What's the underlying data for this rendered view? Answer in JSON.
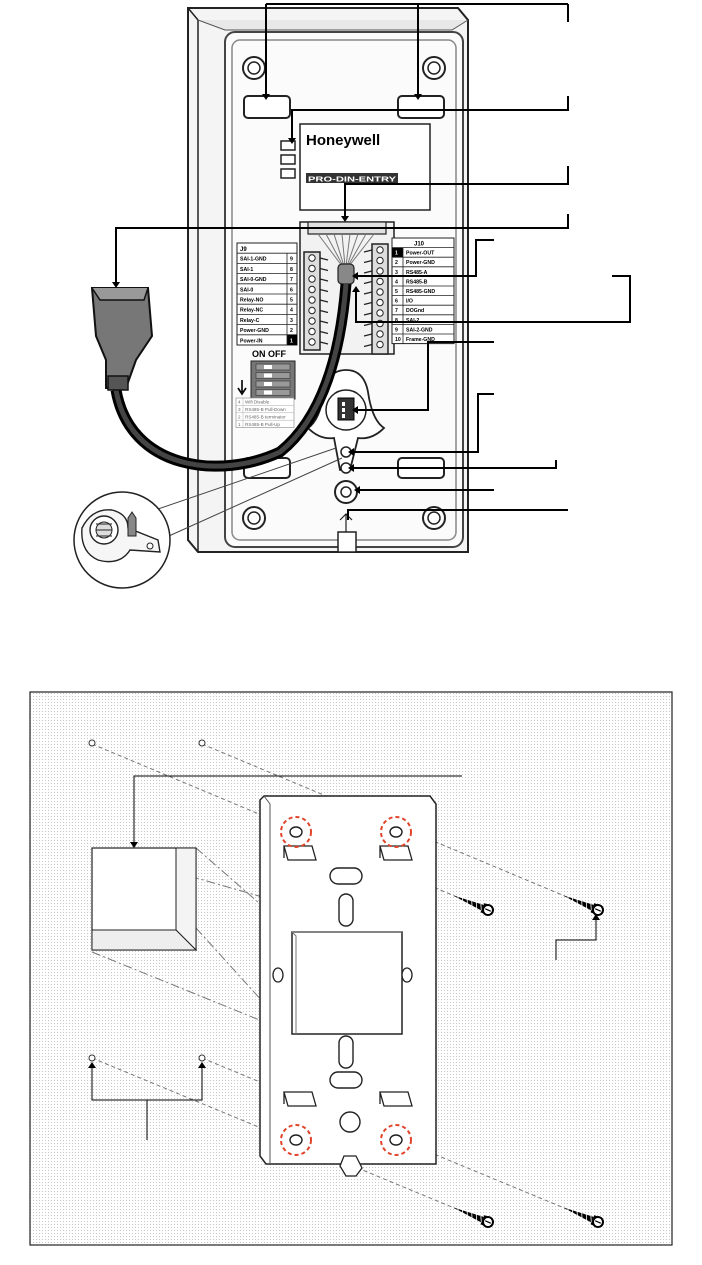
{
  "brand": {
    "logo_text": "Honeywell",
    "model_text": "PRO-DIN-ENTRY"
  },
  "j9": {
    "title": "J9",
    "rows": [
      {
        "name": "SAI-1-GND",
        "num": "9"
      },
      {
        "name": "SAI-1",
        "num": "8"
      },
      {
        "name": "SAI-0-GND",
        "num": "7"
      },
      {
        "name": "SAI-0",
        "num": "6"
      },
      {
        "name": "Relay-NO",
        "num": "5"
      },
      {
        "name": "Relay-NC",
        "num": "4"
      },
      {
        "name": "Relay-C",
        "num": "3"
      },
      {
        "name": "Power-GND",
        "num": "2"
      },
      {
        "name": "Power-IN",
        "num": "1"
      }
    ]
  },
  "j10": {
    "title": "J10",
    "rows": [
      {
        "num": "1",
        "name": "Power-OUT"
      },
      {
        "num": "2",
        "name": "Power-GND"
      },
      {
        "num": "3",
        "name": "RS485-A"
      },
      {
        "num": "4",
        "name": "RS485-B"
      },
      {
        "num": "5",
        "name": "RS485-GND"
      },
      {
        "num": "6",
        "name": "I/O"
      },
      {
        "num": "7",
        "name": "DOGnd"
      },
      {
        "num": "8",
        "name": "SAI-2"
      },
      {
        "num": "9",
        "name": "SAI-2-GND"
      },
      {
        "num": "10",
        "name": "Frame-GND"
      }
    ]
  },
  "dip": {
    "on_label": "ON",
    "off_label": "OFF",
    "legend": [
      {
        "num": "4",
        "text": "Wifi Disable"
      },
      {
        "num": "3",
        "text": "RS485-B Pull-Down"
      },
      {
        "num": "2",
        "text": "RS485-B terminator"
      },
      {
        "num": "1",
        "text": "RS485-B Pull-Up"
      }
    ]
  }
}
